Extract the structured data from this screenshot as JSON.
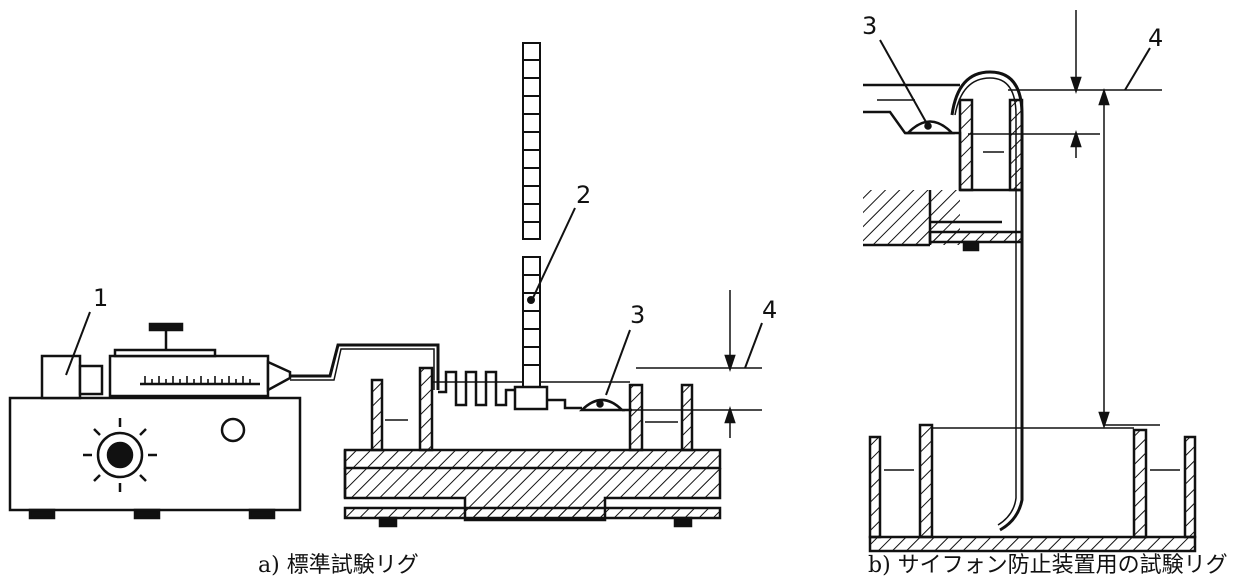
{
  "figure": {
    "panel_a": {
      "caption": "a) 標準試験リグ",
      "labels": {
        "pump": "1",
        "gauge": "2",
        "valve": "3",
        "level": "4"
      }
    },
    "panel_b": {
      "caption": "b) サイフォン防止装置用の試験リグ",
      "labels": {
        "valve": "3",
        "level": "4"
      }
    }
  }
}
